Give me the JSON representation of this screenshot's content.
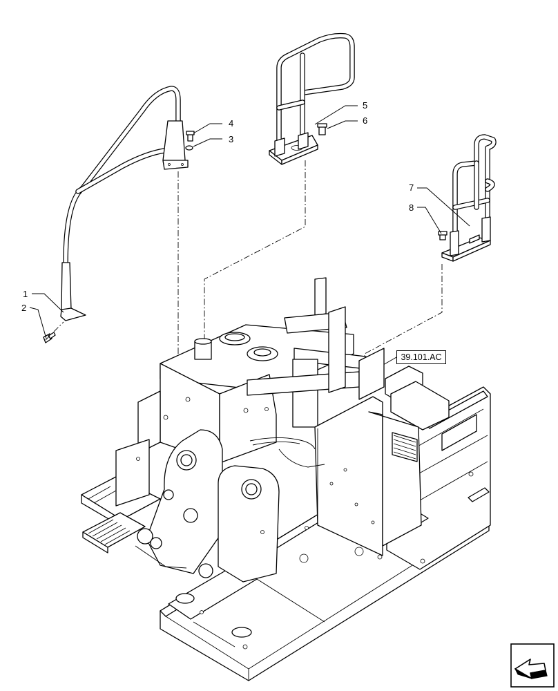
{
  "callouts": {
    "c1": "1",
    "c2": "2",
    "c3": "3",
    "c4": "4",
    "c5": "5",
    "c6": "6",
    "c7": "7",
    "c8": "8"
  },
  "reference": "39.101.AC",
  "icons": {
    "navigation": "arrow-page-nav-icon"
  },
  "colors": {
    "line": "#000000",
    "background": "#ffffff"
  }
}
